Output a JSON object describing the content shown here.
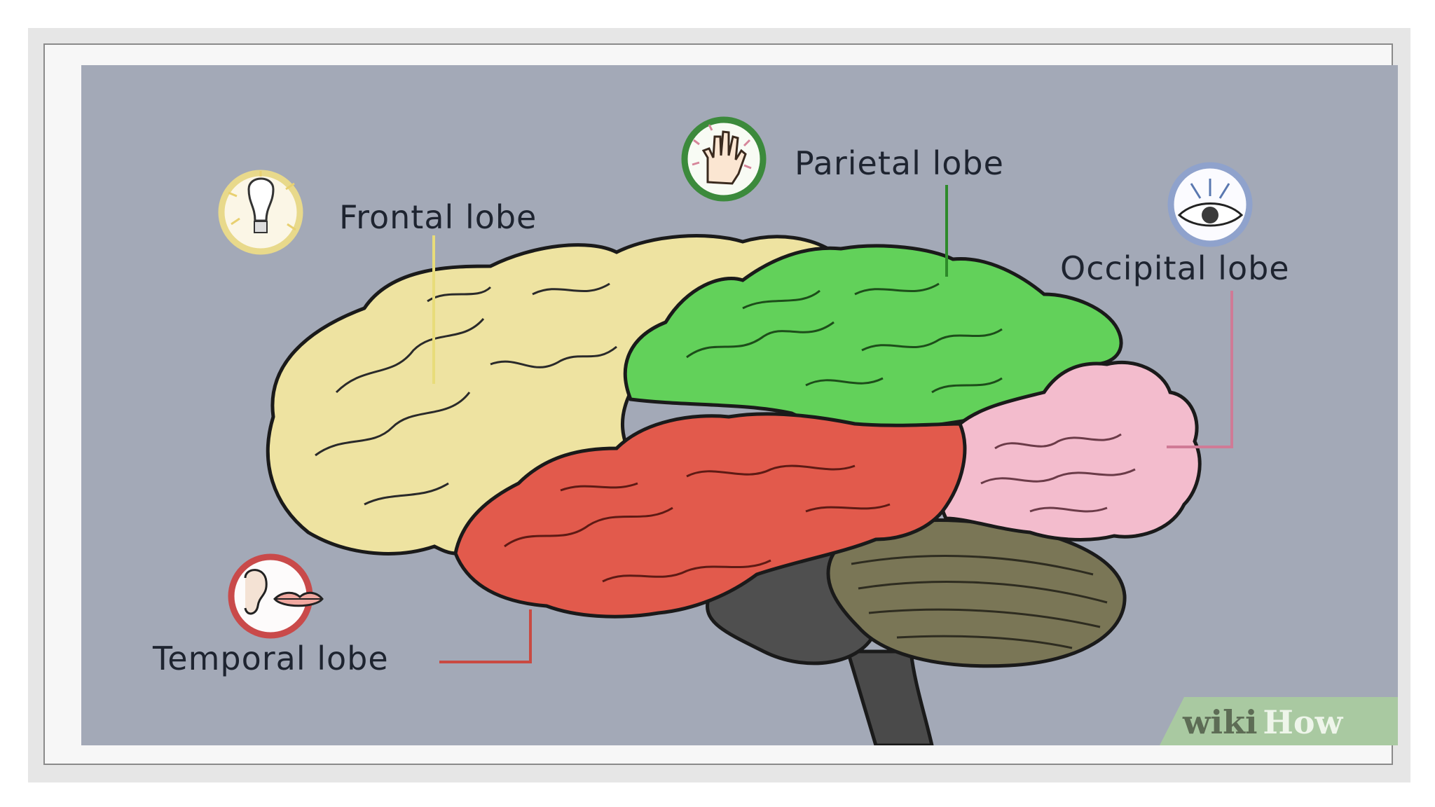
{
  "labels": {
    "frontal": "Frontal lobe",
    "parietal": "Parietal lobe",
    "occipital": "Occipital lobe",
    "temporal": "Temporal lobe"
  },
  "watermark": {
    "wiki": "wiki",
    "how": "How"
  },
  "icons": {
    "frontal": "lightbulb-icon",
    "parietal": "hand-icon",
    "occipital": "eye-icon",
    "temporal": "ear-and-mouth-icon"
  },
  "colors": {
    "frontal": "#eee3a1",
    "parietal": "#62d15a",
    "occipital": "#f3bccd",
    "temporal": "#e25a4c",
    "cerebellum": "#7a7656",
    "brainstem": "#4a4a4a",
    "background": "#a3a9b7"
  }
}
